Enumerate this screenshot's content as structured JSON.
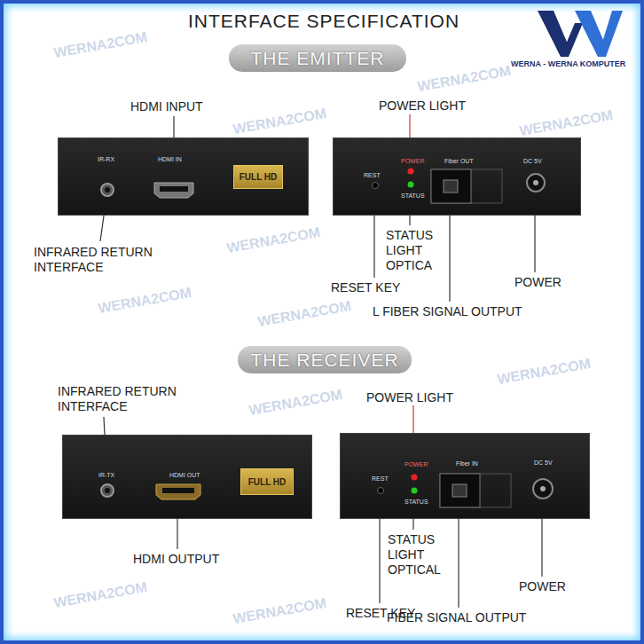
{
  "diagram": {
    "title": "INTERFACE SPECIFICATION",
    "nodes": [
      {
        "text": [
          "THE EMITTER"
        ]
      },
      {
        "text": [
          "IR-RX",
          "HDMI IN"
        ]
      },
      {
        "text": [
          "FULL HD"
        ],
        "in": 1
      },
      {
        "text": [
          "REST",
          "POWER",
          "STATUS",
          "Fiber OUT",
          "DC 5V"
        ]
      },
      {
        "text": [
          "THE RECEIVER"
        ]
      },
      {
        "text": [
          "IR-TX",
          "HDMI OUT"
        ]
      },
      {
        "text": [
          "FULL HD"
        ],
        "in": 5
      },
      {
        "text": [
          "REST",
          "POWER",
          "STATUS",
          "Fiber IN",
          "DC 5V"
        ]
      }
    ],
    "edges": [],
    "labels": [
      "WERNA - WERNA KOMPUTER",
      "HDMI INPUT",
      "INFRARED RETURN INTERFACE",
      "POWER LIGHT",
      "STATUS LIGHT OPTICA",
      "RESET KEY",
      "L FIBER SIGNAL OUTPUT",
      "POWER",
      "INFRARED RETURN INTERFACE",
      "HDMI OUTPUT",
      "POWER LIGHT",
      "STATUS LIGHT OPTICAL",
      "RESET KEY",
      "FIBER SIGNAL OUTPUT",
      "POWER",
      "WERNA2COM",
      "WERNA2COM",
      "WERNA2COM",
      "WERNA2COM",
      "WERNA2COM",
      "WERNA2COM",
      "WERNA2COM",
      "WERNA2COM",
      "WERNA2COM",
      "WERNA2COM",
      "WERNA2COM"
    ]
  }
}
